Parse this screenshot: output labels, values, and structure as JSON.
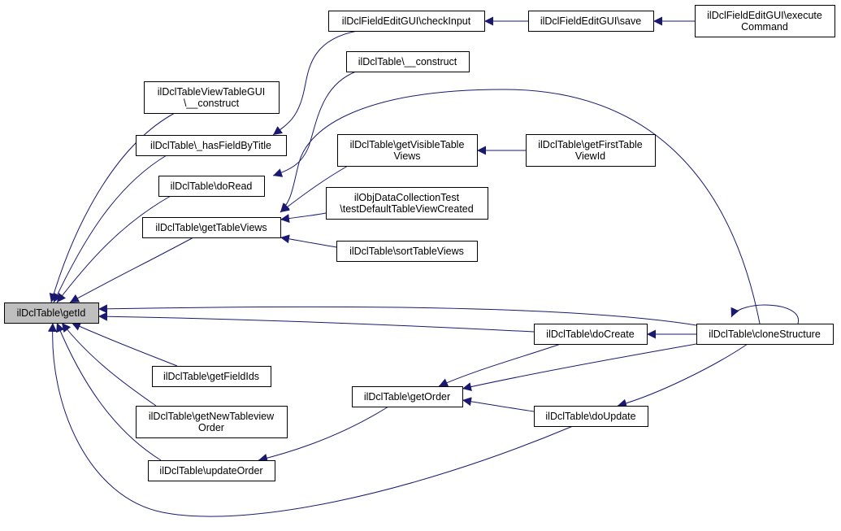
{
  "colors": {
    "edge": "#191970",
    "node_border": "#000000",
    "node_fill": "#ffffff",
    "root_fill": "#bfbfbf",
    "text": "#000000"
  },
  "nodes": [
    {
      "id": "getId",
      "root": true,
      "lines": [
        "ilDclTable\\getId"
      ]
    },
    {
      "id": "viewTableGuiConstruct",
      "lines": [
        "ilDclTableViewTableGUI",
        "\\__construct"
      ]
    },
    {
      "id": "hasFieldByTitle",
      "lines": [
        "ilDclTable\\_hasFieldByTitle"
      ]
    },
    {
      "id": "doRead",
      "lines": [
        "ilDclTable\\doRead"
      ]
    },
    {
      "id": "getTableViews",
      "lines": [
        "ilDclTable\\getTableViews"
      ]
    },
    {
      "id": "getFieldIds",
      "lines": [
        "ilDclTable\\getFieldIds"
      ]
    },
    {
      "id": "getNewTableviewOrder",
      "lines": [
        "ilDclTable\\getNewTableview",
        "Order"
      ]
    },
    {
      "id": "updateOrder",
      "lines": [
        "ilDclTable\\updateOrder"
      ]
    },
    {
      "id": "checkInput",
      "lines": [
        "ilDclFieldEditGUI\\checkInput"
      ]
    },
    {
      "id": "tableConstruct",
      "lines": [
        "ilDclTable\\__construct"
      ]
    },
    {
      "id": "getVisibleTableViews",
      "lines": [
        "ilDclTable\\getVisibleTable",
        "Views"
      ]
    },
    {
      "id": "testDefaultTableView",
      "lines": [
        "ilObjDataCollectionTest",
        "\\testDefaultTableViewCreated"
      ]
    },
    {
      "id": "sortTableViews",
      "lines": [
        "ilDclTable\\sortTableViews"
      ]
    },
    {
      "id": "getOrder",
      "lines": [
        "ilDclTable\\getOrder"
      ]
    },
    {
      "id": "save",
      "lines": [
        "ilDclFieldEditGUI\\save"
      ]
    },
    {
      "id": "getFirstTableViewId",
      "lines": [
        "ilDclTable\\getFirstTable",
        "ViewId"
      ]
    },
    {
      "id": "doCreate",
      "lines": [
        "ilDclTable\\doCreate"
      ]
    },
    {
      "id": "doUpdate",
      "lines": [
        "ilDclTable\\doUpdate"
      ]
    },
    {
      "id": "executeCommand",
      "lines": [
        "ilDclFieldEditGUI\\execute",
        "Command"
      ]
    },
    {
      "id": "cloneStructure",
      "lines": [
        "ilDclTable\\cloneStructure"
      ]
    }
  ],
  "edges": [
    {
      "from": "viewTableGuiConstruct",
      "to": "getId"
    },
    {
      "from": "hasFieldByTitle",
      "to": "getId"
    },
    {
      "from": "doRead",
      "to": "getId"
    },
    {
      "from": "getTableViews",
      "to": "getId"
    },
    {
      "from": "getFieldIds",
      "to": "getId"
    },
    {
      "from": "getNewTableviewOrder",
      "to": "getId"
    },
    {
      "from": "updateOrder",
      "to": "getId"
    },
    {
      "from": "doCreate",
      "to": "getId"
    },
    {
      "from": "cloneStructure",
      "to": "getId"
    },
    {
      "from": "doUpdate",
      "to": "getId"
    },
    {
      "from": "checkInput",
      "to": "hasFieldByTitle"
    },
    {
      "from": "tableConstruct",
      "to": "doRead"
    },
    {
      "from": "getVisibleTableViews",
      "to": "getTableViews"
    },
    {
      "from": "testDefaultTableView",
      "to": "getTableViews"
    },
    {
      "from": "sortTableViews",
      "to": "getTableViews"
    },
    {
      "from": "cloneStructure",
      "to": "getTableViews"
    },
    {
      "from": "doCreate",
      "to": "getOrder"
    },
    {
      "from": "doUpdate",
      "to": "getOrder"
    },
    {
      "from": "cloneStructure",
      "to": "getOrder"
    },
    {
      "from": "getOrder",
      "to": "updateOrder"
    },
    {
      "from": "save",
      "to": "checkInput"
    },
    {
      "from": "executeCommand",
      "to": "save"
    },
    {
      "from": "getFirstTableViewId",
      "to": "getVisibleTableViews"
    },
    {
      "from": "cloneStructure",
      "to": "doCreate"
    },
    {
      "from": "cloneStructure",
      "to": "doUpdate"
    },
    {
      "from": "cloneStructure",
      "to": "cloneStructure"
    }
  ]
}
